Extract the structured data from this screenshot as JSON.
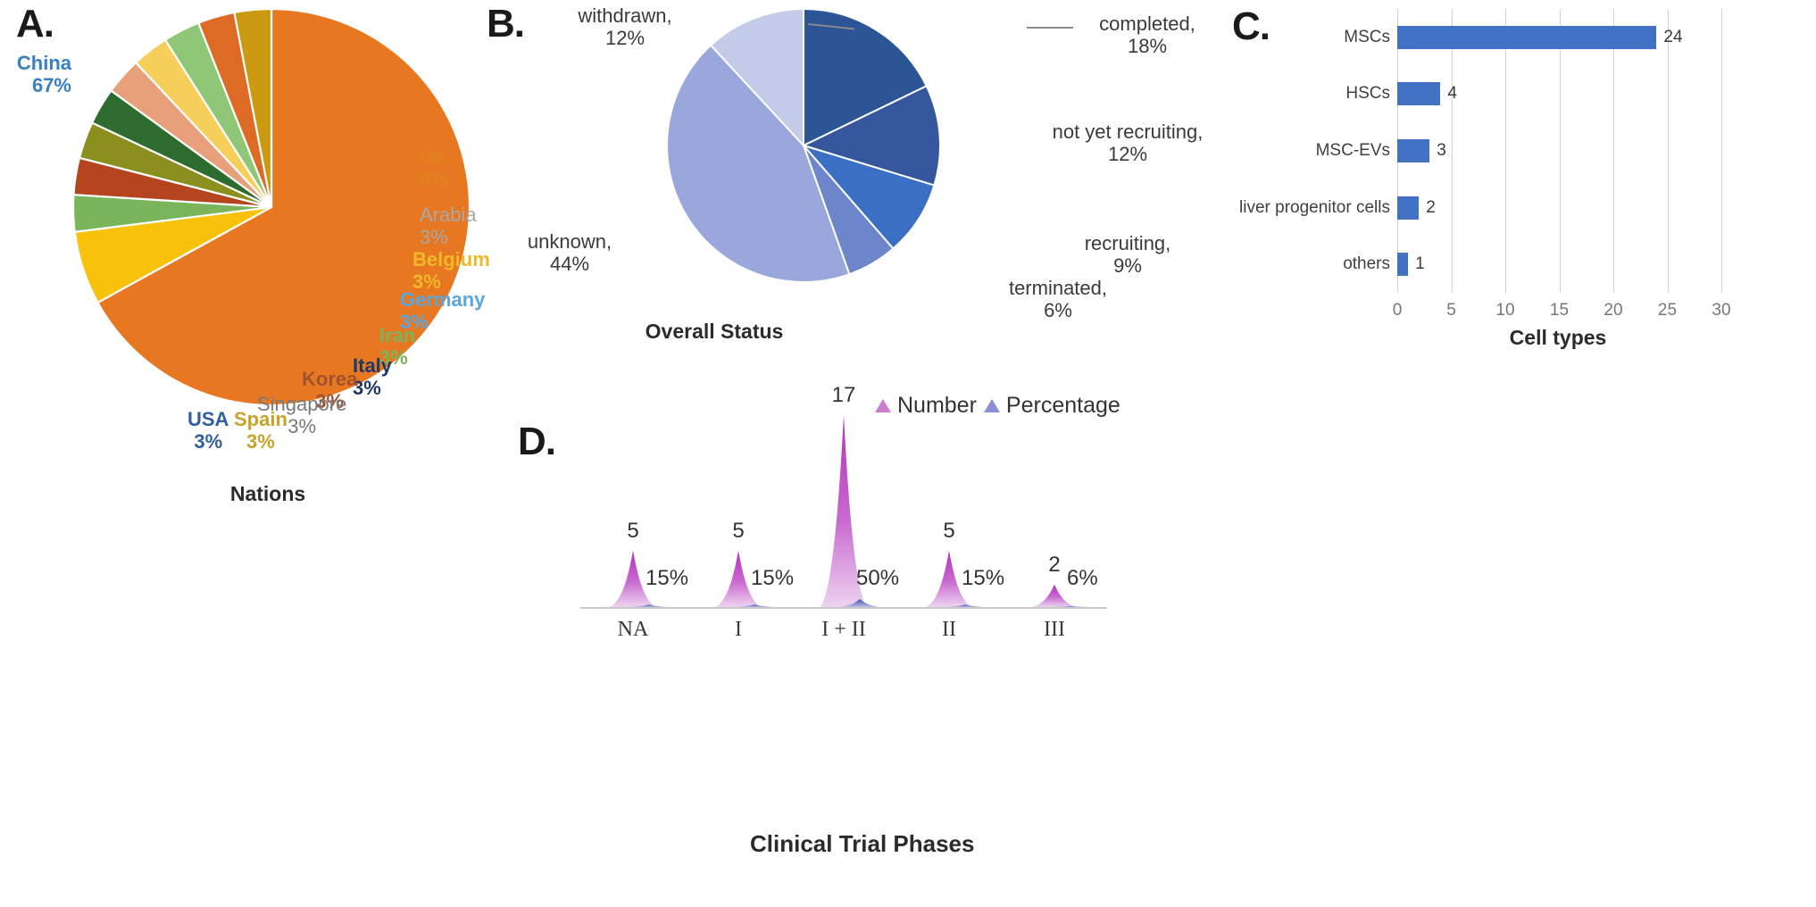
{
  "figure": {
    "panels": [
      "A.",
      "B.",
      "C.",
      "D."
    ]
  },
  "chart_data": [
    {
      "id": "panel-a",
      "panel": "A.",
      "type": "pie",
      "title": "",
      "xlabel": "Nations",
      "ylabel": "",
      "categories": [
        "China",
        "UK",
        "Arabia",
        "Belgium",
        "Germany",
        "Iran",
        "Italy",
        "Korea",
        "Singapore",
        "Spain",
        "USA"
      ],
      "values": [
        67,
        6,
        3,
        3,
        3,
        3,
        3,
        3,
        3,
        3,
        3
      ],
      "value_labels": [
        "67%",
        "6%",
        "3%",
        "3%",
        "3%",
        "3%",
        "3%",
        "3%",
        "3%",
        "3%",
        "3%"
      ],
      "colors": [
        "#e87722",
        "#f9c20a",
        "#7ab55c",
        "#b4451f",
        "#8a8f1e",
        "#2e6b2e",
        "#e8a07a",
        "#f6cf5a",
        "#8fc776",
        "#dd6a25",
        "#cc9a10"
      ],
      "label_colors": [
        "#3a7fc1",
        "#e08020",
        "#a8a8a8",
        "#f0b828",
        "#5aa7dd",
        "#7ab55c",
        "#1f3864",
        "#a0522d",
        "#7a7a7a",
        "#c8a32c",
        "#2f5f9e"
      ],
      "legend": "outside-labels"
    },
    {
      "id": "panel-b",
      "panel": "B.",
      "type": "pie",
      "title": "",
      "xlabel": "Overall Status",
      "ylabel": "",
      "categories": [
        "completed",
        "not yet recruiting",
        "recruiting",
        "terminated",
        "unknown",
        "withdrawn"
      ],
      "values": [
        18,
        12,
        9,
        6,
        44,
        12
      ],
      "value_labels": [
        "18%",
        "12%",
        "9%",
        "6%",
        "44%",
        "12%"
      ],
      "colors": [
        "#2c5596",
        "#34579e",
        "#3a6fc4",
        "#6d85cb",
        "#9aa7dc",
        "#c3cbe8"
      ],
      "legend": "outside-labels"
    },
    {
      "id": "panel-c",
      "panel": "C.",
      "type": "bar",
      "orientation": "horizontal",
      "title": "",
      "xlabel": "Cell types",
      "ylabel": "",
      "categories": [
        "MSCs",
        "HSCs",
        "MSC-EVs",
        "liver progenitor cells",
        "others"
      ],
      "values": [
        24,
        4,
        3,
        2,
        1
      ],
      "value_labels": [
        "24",
        "4",
        "3",
        "2",
        "1"
      ],
      "xticks": [
        0,
        5,
        10,
        15,
        20,
        25,
        30
      ],
      "xtick_labels": [
        "0",
        "5",
        "10",
        "15",
        "20",
        "25",
        "30"
      ],
      "xlim": [
        0,
        30
      ],
      "bar_color": "#4272c4",
      "grid": "vertical"
    },
    {
      "id": "panel-d",
      "panel": "D.",
      "type": "area",
      "title": "",
      "xlabel": "Clinical Trial Phases",
      "ylabel": "",
      "categories": [
        "NA",
        "I",
        "I + II",
        "II",
        "III"
      ],
      "series": [
        {
          "name": "Number",
          "values": [
            5,
            5,
            17,
            5,
            2
          ],
          "value_labels": [
            "5",
            "5",
            "17",
            "5",
            "2"
          ],
          "color": "#b84fc0"
        },
        {
          "name": "Percentage",
          "values": [
            15,
            15,
            50,
            15,
            6
          ],
          "value_labels": [
            "15%",
            "15%",
            "50%",
            "15%",
            "6%"
          ],
          "color": "#6b6fc8"
        }
      ],
      "legend": [
        "Number",
        "Percentage"
      ],
      "legend_position": "top-right"
    }
  ]
}
